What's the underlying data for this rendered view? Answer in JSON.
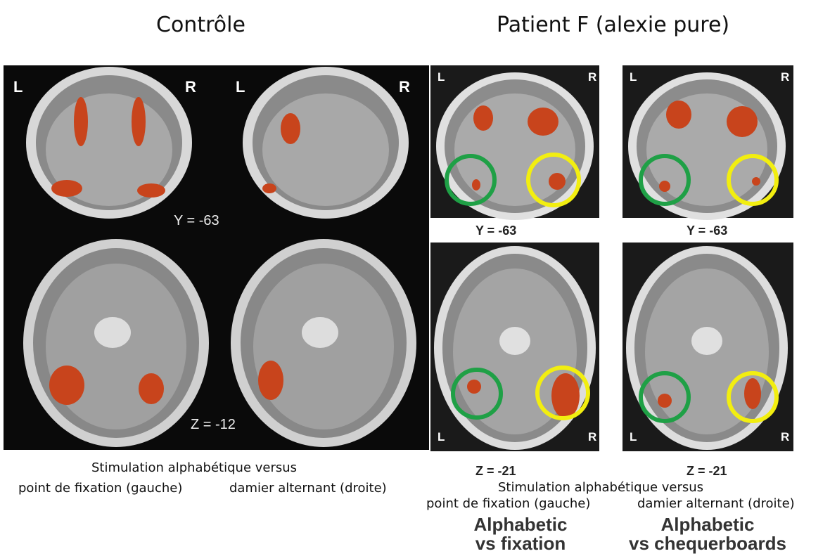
{
  "titles": {
    "control": "Contrôle",
    "patient": "Patient F (alexie pure)"
  },
  "control": {
    "L": "L",
    "R": "R",
    "y_coord": "Y = -63",
    "z_coord": "Z = -12",
    "caption_line1": "Stimulation alphabétique versus",
    "caption_left": "point de fixation (gauche)",
    "caption_right": "damier alternant (droite)"
  },
  "patient": {
    "L": "L",
    "R": "R",
    "y_coord": "Y = -63",
    "z_coord": "Z = -21",
    "caption_line1": "Stimulation alphabétique versus",
    "caption_left": "point de fixation (gauche)",
    "caption_right": "damier alternant (droite)",
    "orig_left": [
      "Alphabetic",
      "vs fixation"
    ],
    "orig_right": [
      "Alphabetic",
      "vs chequerboards"
    ]
  },
  "colors": {
    "activation": "#c8441c",
    "green_circle": "#1fa046",
    "yellow_circle": "#f2ee10"
  }
}
